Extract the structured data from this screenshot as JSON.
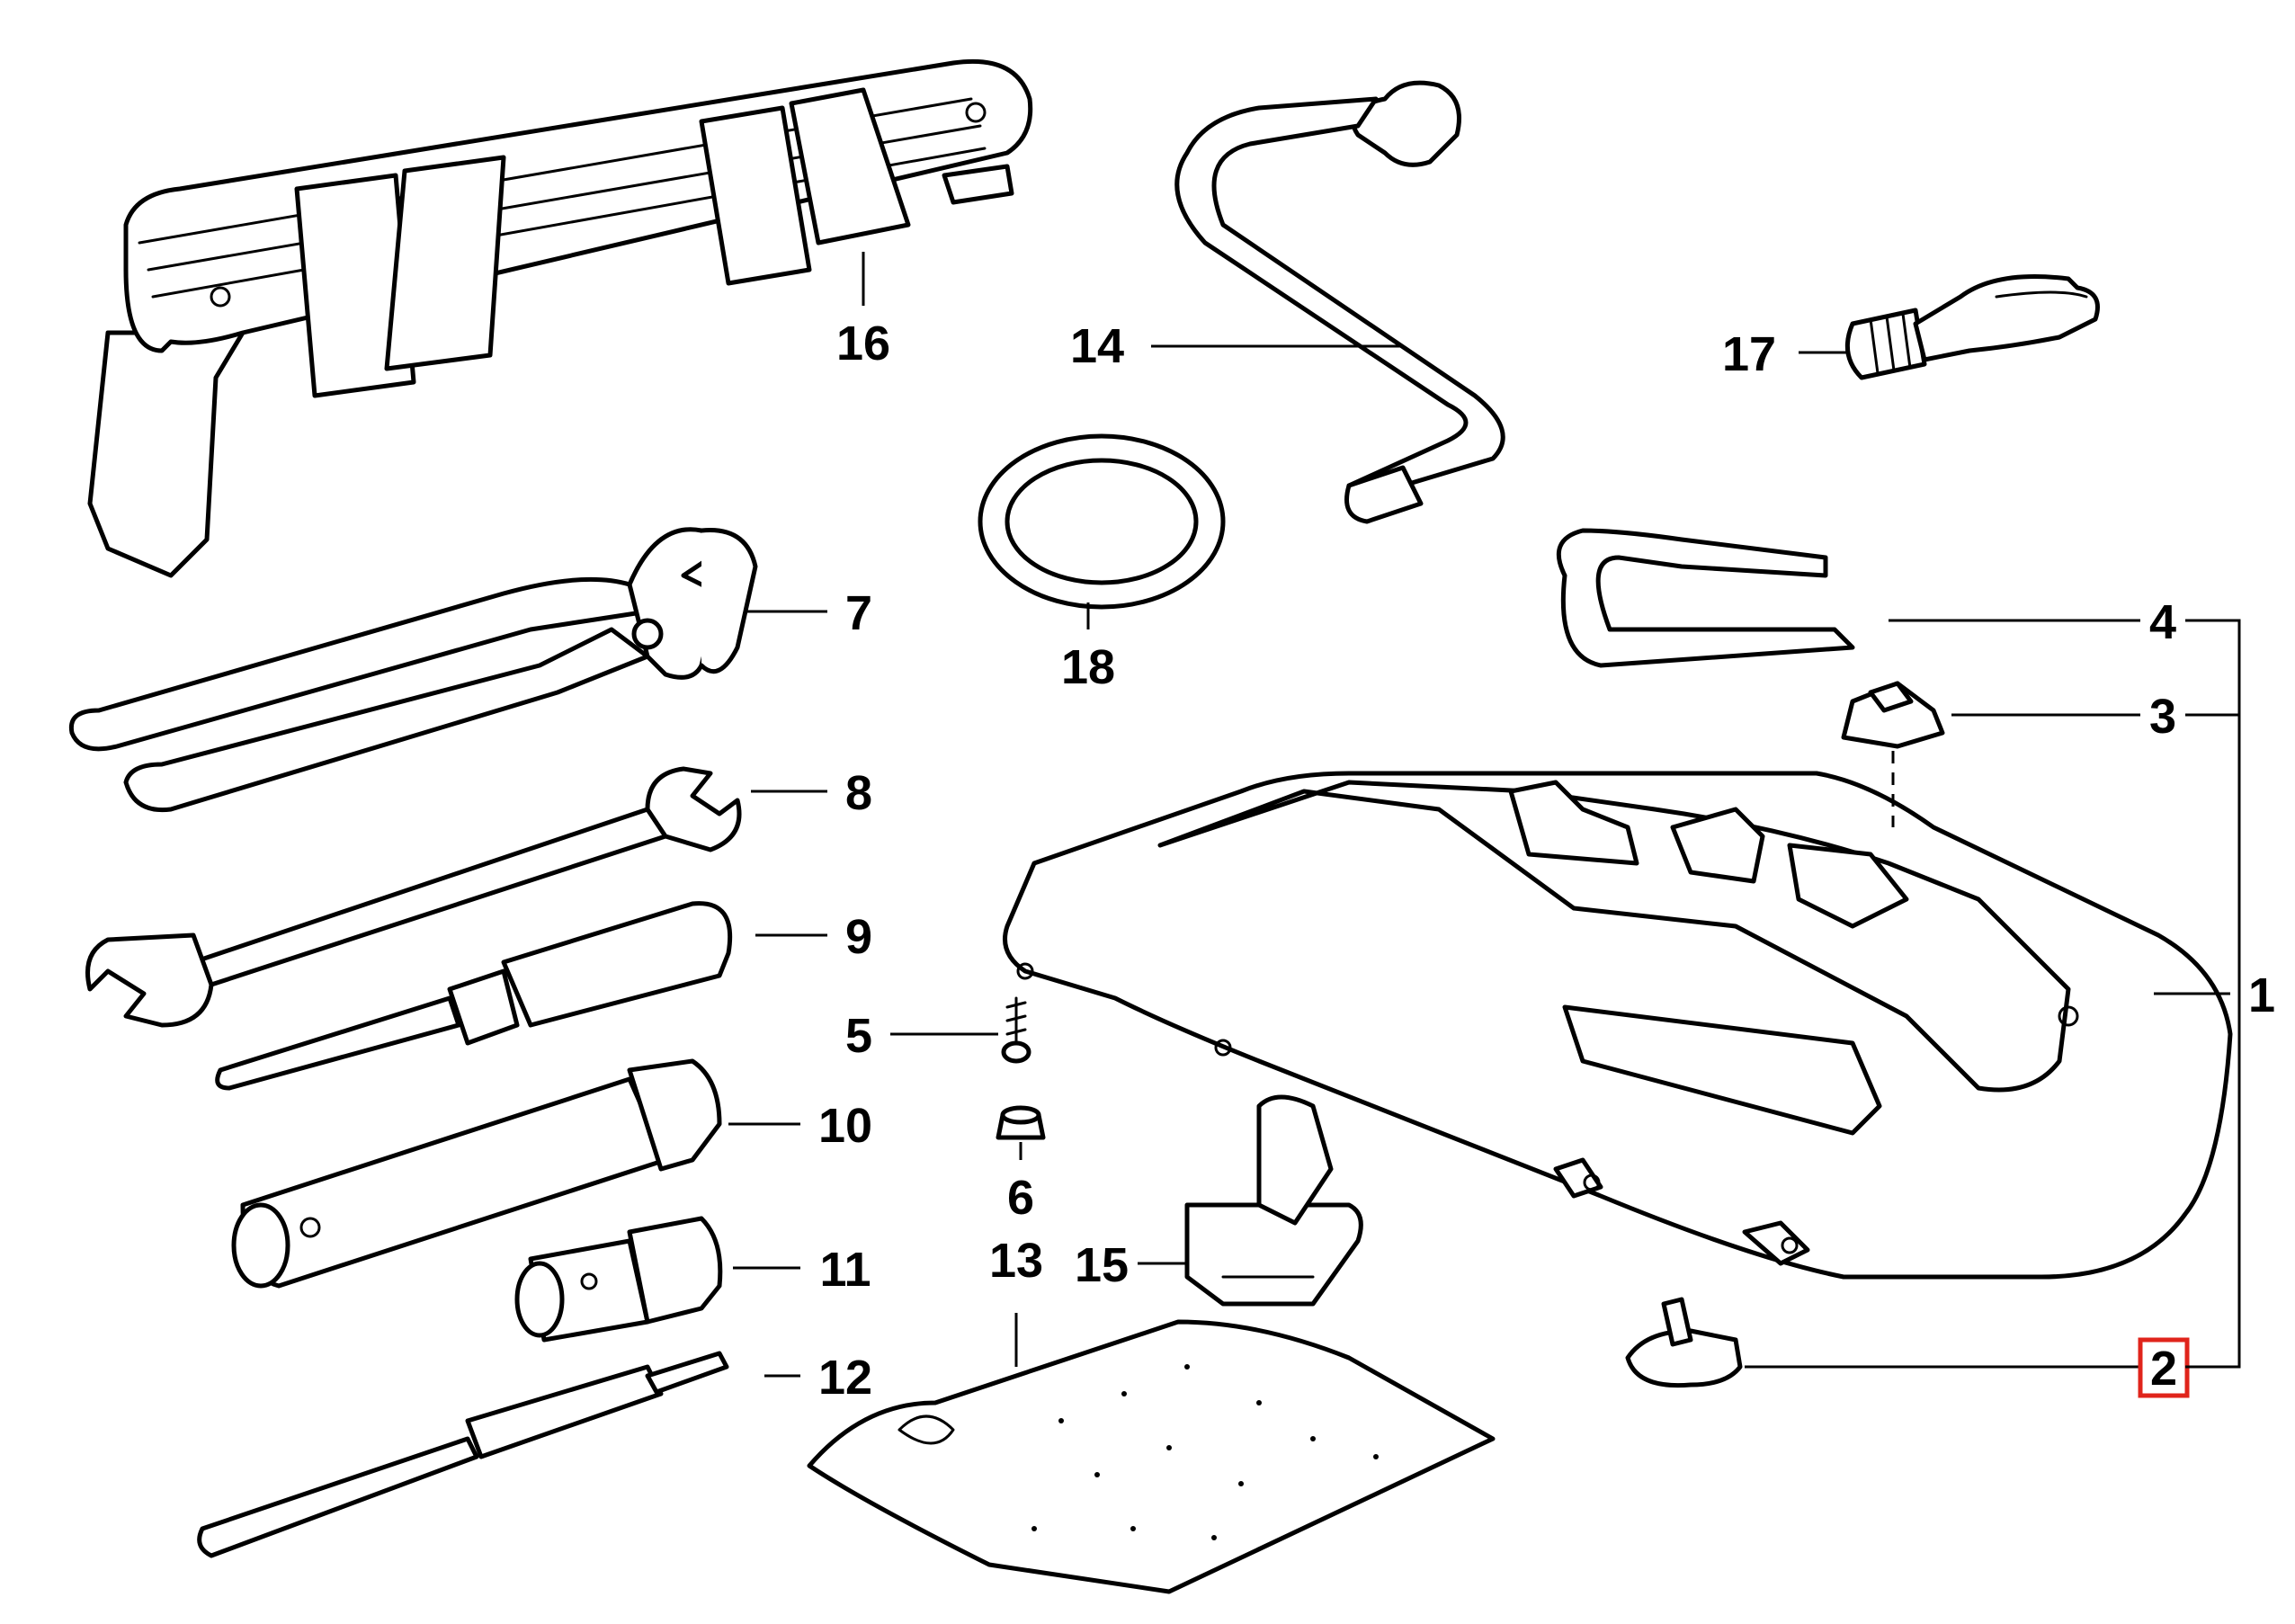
{
  "callouts": {
    "c1": "1",
    "c2": "2",
    "c3": "3",
    "c4": "4",
    "c5": "5",
    "c6": "6",
    "c7": "7",
    "c8": "8",
    "c9": "9",
    "c10": "10",
    "c11": "11",
    "c12": "12",
    "c13": "13",
    "c14": "14",
    "c15": "15",
    "c16": "16",
    "c17": "17",
    "c18": "18"
  },
  "highlighted_callout": "2",
  "colors": {
    "line": "#000000",
    "highlight": "#e0241b",
    "background": "#ffffff"
  }
}
